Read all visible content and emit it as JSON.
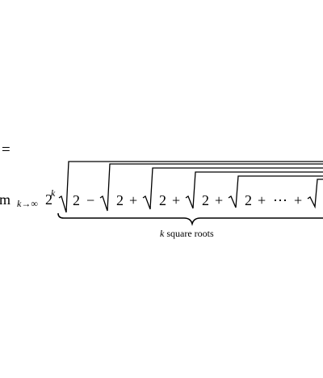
{
  "equation": {
    "eq_sign": "=",
    "lim": "m",
    "lim_sub_var": "k",
    "lim_sub_arrow": "→",
    "lim_sub_inf": "∞",
    "base": "2",
    "exponent": "k",
    "terms": [
      "2",
      "−",
      "2",
      "+",
      "2",
      "+",
      "2",
      "+",
      "2",
      "+",
      "⋯",
      "+"
    ],
    "caption_var": "k",
    "caption_text": " square roots"
  }
}
